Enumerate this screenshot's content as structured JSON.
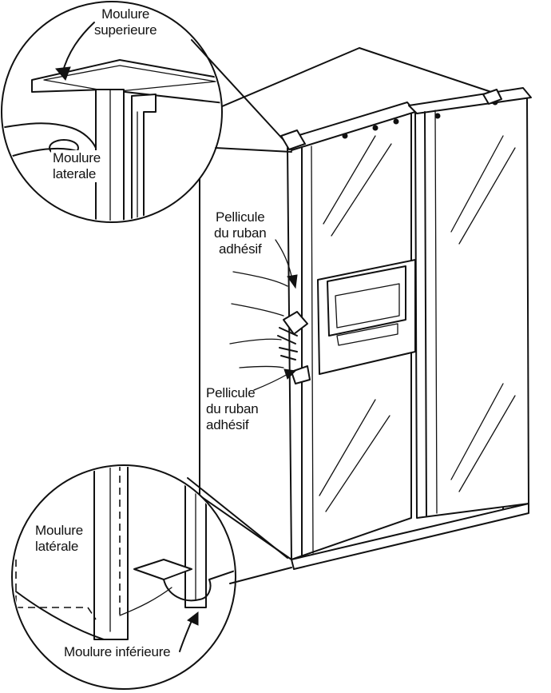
{
  "labels": {
    "top_molding": [
      "Moulure",
      "superieure"
    ],
    "side_molding_top": [
      "Moulure",
      "laterale"
    ],
    "tape_film_upper": [
      "Pellicule",
      "du ruban",
      "adhésif"
    ],
    "tape_film_lower": [
      "Pellicule",
      "du ruban",
      "adhésif"
    ],
    "side_molding_bottom": [
      "Moulure",
      "latérale"
    ],
    "bottom_molding": "Moulure inférieure"
  },
  "colors": {
    "ink": "#111111",
    "paper": "#ffffff"
  }
}
